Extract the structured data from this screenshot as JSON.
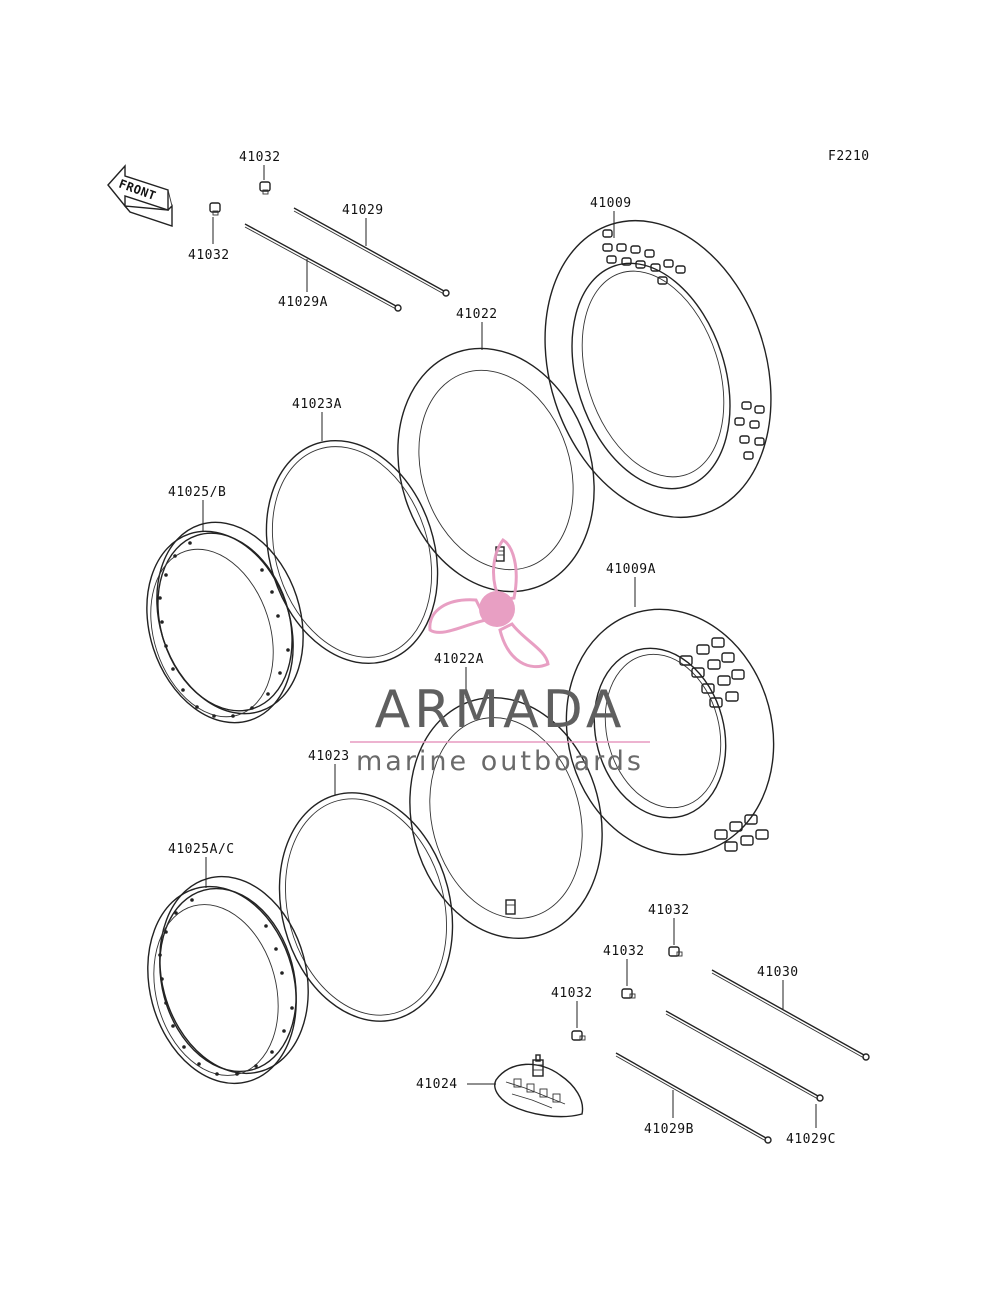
{
  "figure_code": "F2210",
  "front_label": "FRONT",
  "labels": {
    "p41032_a": "41032",
    "p41032_b": "41032",
    "p41029": "41029",
    "p41029A": "41029A",
    "p41009": "41009",
    "p41022": "41022",
    "p41023A": "41023A",
    "p41025B": "41025/B",
    "p41009A": "41009A",
    "p41022A": "41022A",
    "p41023": "41023",
    "p41025AC": "41025A/C",
    "p41032_c": "41032",
    "p41032_d": "41032",
    "p41032_e": "41032",
    "p41030": "41030",
    "p41024": "41024",
    "p41029B": "41029B",
    "p41029C": "41029C"
  },
  "watermark": {
    "brand": "ARMADA",
    "tagline": "marine outboards",
    "text_color": "#5f5f5f",
    "accent_color": "#e79ac0"
  }
}
